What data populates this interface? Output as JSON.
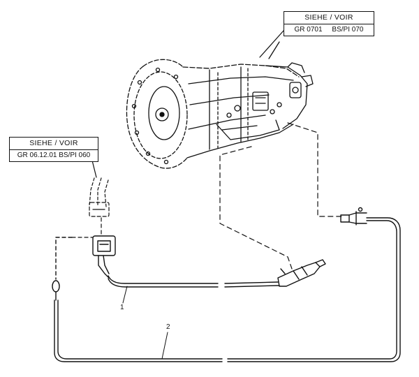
{
  "references": [
    {
      "header": "SIEHE / VOIR",
      "reference": "GR 0701     BS/PI 070"
    },
    {
      "header": "SIEHE / VOIR",
      "reference": "GR 06.12.01 BS/PI 060"
    }
  ],
  "callouts": [
    "1",
    "2"
  ],
  "parts": {
    "transmission": "transmission-assembly",
    "connector": "harness-connector",
    "cable_1": "selector-harness-cable",
    "cable_2": "ground-cable"
  }
}
